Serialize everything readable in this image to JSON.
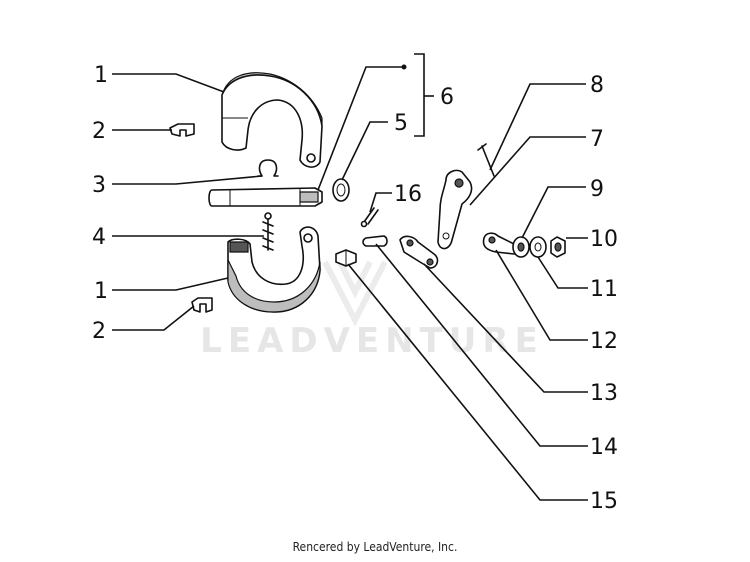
{
  "watermark": "LEADVENTURE",
  "credit": "Rencered by LeadVenture, Inc.",
  "callouts": [
    "1",
    "2",
    "3",
    "4",
    "1",
    "2",
    "6",
    "5",
    "8",
    "7",
    "16",
    "9",
    "10",
    "11",
    "12",
    "13",
    "14",
    "15"
  ]
}
